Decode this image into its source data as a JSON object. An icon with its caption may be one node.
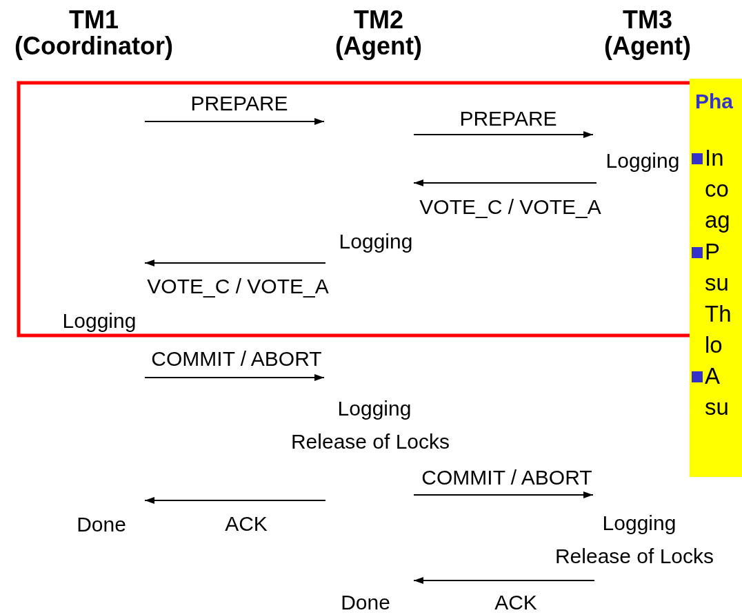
{
  "diagram": {
    "nodes": [
      {
        "text": [
          "Pha",
          "In co ag",
          "P su Th lo",
          "A su"
        ]
      }
    ],
    "labels": [
      "TM1 (Coordinator)",
      "TM2 (Agent)",
      "TM3 (Agent)",
      "PREPARE",
      "PREPARE",
      "Logging",
      "VOTE_C / VOTE_A",
      "Logging",
      "VOTE_C / VOTE_A",
      "Logging",
      "COMMIT / ABORT",
      "Logging",
      "Release of Locks",
      "COMMIT / ABORT",
      "Done",
      "ACK",
      "Logging",
      "Release of Locks",
      "Done",
      "ACK"
    ]
  }
}
